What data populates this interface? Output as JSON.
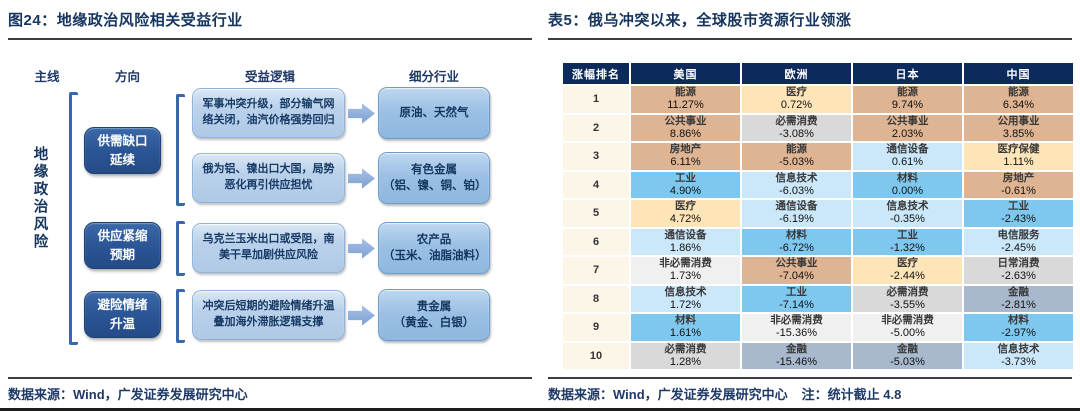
{
  "palette": {
    "tan": "#DFB492",
    "cream": "#FDE5B8",
    "gray": "#D9D9D9",
    "lightblue": "#CBE7FA",
    "blue": "#7EC8F0",
    "grayblue": "#A8B9CE",
    "offwhite": "#F0F0F0",
    "rank_bg": "#FBF6E8",
    "header_bg": "#0D2A5C",
    "title_navy": "#16355E",
    "direction_box_blue": "#2A5494",
    "diagram_light_blue": "#AFC9E6"
  },
  "left_panel": {
    "title_prefix": "图24：",
    "title": "地缘政治风险相关受益行业",
    "column_headers": [
      "主线",
      "方向",
      "受益逻辑",
      "细分行业"
    ],
    "main_line": "地缘政治风险",
    "directions": [
      "供需缺口\n延续",
      "供应紧缩\n预期",
      "避险情绪\n升温"
    ],
    "flows": [
      {
        "logic": "军事冲突升级，部分输气网络关闭，油汽价格强势回归",
        "industry": "原油、天然气"
      },
      {
        "logic": "俄为铝、镍出口大国，局势恶化再引供应担忧",
        "industry": "有色金属\n（铝、镍、铜、铂）"
      },
      {
        "logic": "乌克兰玉米出口或受阻，南美干旱加剧供应风险",
        "industry": "农产品\n（玉米、油脂油料）"
      },
      {
        "logic": "冲突后短期的避险情绪升温叠加海外滞胀逻辑支撑",
        "industry": "贵金属\n（黄金、白银）"
      }
    ],
    "source": "数据来源：Wind，广发证券发展研究中心"
  },
  "right_panel": {
    "title_prefix": "表5：",
    "title": "俄乌冲突以来，全球股市资源行业领涨",
    "source": "数据来源：Wind，广发证券发展研究中心",
    "note": "注：统计截止 4.8",
    "table": {
      "rank_header": "涨幅排名",
      "region_headers": [
        "美国",
        "欧洲",
        "日本",
        "中国"
      ],
      "rows": [
        {
          "rank": "1",
          "cells": [
            {
              "sector": "能源",
              "change": "11.27%",
              "color": "tan"
            },
            {
              "sector": "医疗",
              "change": "0.72%",
              "color": "cream"
            },
            {
              "sector": "能源",
              "change": "9.74%",
              "color": "tan"
            },
            {
              "sector": "能源",
              "change": "6.34%",
              "color": "tan"
            }
          ]
        },
        {
          "rank": "2",
          "cells": [
            {
              "sector": "公共事业",
              "change": "8.86%",
              "color": "tan"
            },
            {
              "sector": "必需消费",
              "change": "-3.08%",
              "color": "gray"
            },
            {
              "sector": "公共事业",
              "change": "2.03%",
              "color": "tan"
            },
            {
              "sector": "公用事业",
              "change": "3.85%",
              "color": "tan"
            }
          ]
        },
        {
          "rank": "3",
          "cells": [
            {
              "sector": "房地产",
              "change": "6.11%",
              "color": "tan"
            },
            {
              "sector": "能源",
              "change": "-5.03%",
              "color": "tan"
            },
            {
              "sector": "通信设备",
              "change": "0.61%",
              "color": "lightblue"
            },
            {
              "sector": "医疗保健",
              "change": "1.11%",
              "color": "cream"
            }
          ]
        },
        {
          "rank": "4",
          "cells": [
            {
              "sector": "工业",
              "change": "4.90%",
              "color": "blue"
            },
            {
              "sector": "信息技术",
              "change": "-6.03%",
              "color": "lightblue"
            },
            {
              "sector": "材料",
              "change": "0.00%",
              "color": "blue"
            },
            {
              "sector": "房地产",
              "change": "-0.61%",
              "color": "tan"
            }
          ]
        },
        {
          "rank": "5",
          "cells": [
            {
              "sector": "医疗",
              "change": "4.72%",
              "color": "cream"
            },
            {
              "sector": "通信设备",
              "change": "-6.19%",
              "color": "lightblue"
            },
            {
              "sector": "信息技术",
              "change": "-0.35%",
              "color": "lightblue"
            },
            {
              "sector": "工业",
              "change": "-2.43%",
              "color": "blue"
            }
          ]
        },
        {
          "rank": "6",
          "cells": [
            {
              "sector": "通信设备",
              "change": "1.86%",
              "color": "lightblue"
            },
            {
              "sector": "材料",
              "change": "-6.72%",
              "color": "blue"
            },
            {
              "sector": "工业",
              "change": "-1.32%",
              "color": "blue"
            },
            {
              "sector": "电信服务",
              "change": "-2.45%",
              "color": "lightblue"
            }
          ]
        },
        {
          "rank": "7",
          "cells": [
            {
              "sector": "非必需消费",
              "change": "1.73%",
              "color": "offwhite"
            },
            {
              "sector": "公共事业",
              "change": "-7.04%",
              "color": "tan"
            },
            {
              "sector": "医疗",
              "change": "-2.44%",
              "color": "cream"
            },
            {
              "sector": "日常消费",
              "change": "-2.63%",
              "color": "gray"
            }
          ]
        },
        {
          "rank": "8",
          "cells": [
            {
              "sector": "信息技术",
              "change": "1.72%",
              "color": "lightblue"
            },
            {
              "sector": "工业",
              "change": "-7.14%",
              "color": "blue"
            },
            {
              "sector": "必需消费",
              "change": "-3.55%",
              "color": "gray"
            },
            {
              "sector": "金融",
              "change": "-2.81%",
              "color": "grayblue"
            }
          ]
        },
        {
          "rank": "9",
          "cells": [
            {
              "sector": "材料",
              "change": "1.61%",
              "color": "blue"
            },
            {
              "sector": "非必需消费",
              "change": "-15.36%",
              "color": "offwhite"
            },
            {
              "sector": "非必需消费",
              "change": "-5.00%",
              "color": "offwhite"
            },
            {
              "sector": "材料",
              "change": "-2.97%",
              "color": "blue"
            }
          ]
        },
        {
          "rank": "10",
          "cells": [
            {
              "sector": "必需消费",
              "change": "1.28%",
              "color": "gray"
            },
            {
              "sector": "金融",
              "change": "-15.46%",
              "color": "grayblue"
            },
            {
              "sector": "金融",
              "change": "-5.03%",
              "color": "grayblue"
            },
            {
              "sector": "信息技术",
              "change": "-3.73%",
              "color": "lightblue"
            }
          ]
        }
      ]
    }
  }
}
